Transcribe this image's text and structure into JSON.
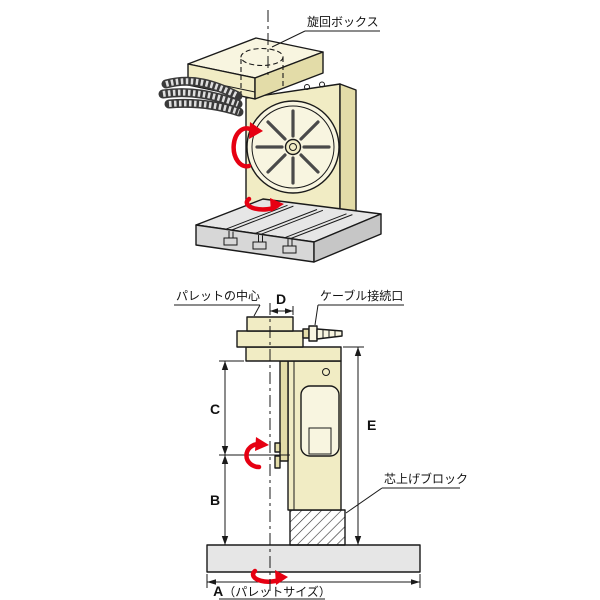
{
  "figure": {
    "top_view": {
      "label_swivel_box": "旋回ボックス"
    },
    "side_view": {
      "label_pallet_center": "パレットの中心",
      "label_cable_port": "ケーブル接続口",
      "label_centering_block": "芯上げブロック",
      "dim_a_letter": "A",
      "dim_a_suffix": "（パレットサイズ）",
      "dim_b": "B",
      "dim_c": "C",
      "dim_d": "D",
      "dim_e": "E"
    },
    "colors": {
      "line_black": "#1a1a1a",
      "body_cream": "#f1ecc4",
      "body_cream_light": "#f8f5e0",
      "body_cream_shade": "#e3dca8",
      "base_gray": "#e6e6e6",
      "base_gray_shade": "#d7d7d7",
      "base_gray_dark": "#c6c6c6",
      "arrow_red": "#e60012"
    }
  }
}
